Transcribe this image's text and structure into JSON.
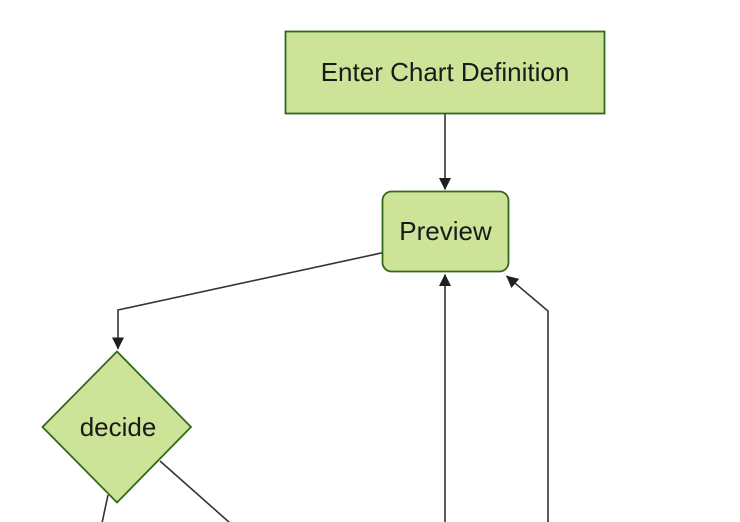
{
  "diagram": {
    "type": "flowchart-top-down",
    "background_color": "#ffffff",
    "colors": {
      "node_fill": "#cde498",
      "node_border": "#33691e",
      "edge_stroke": "#333333",
      "arrowhead_fill": "#1f1f1f",
      "label_color": "#1a1a1a"
    },
    "nodes": [
      {
        "id": "enter-chart-definition",
        "shape": "rectangle",
        "label": "Enter Chart Definition"
      },
      {
        "id": "preview",
        "shape": "rounded-rectangle",
        "label": "Preview"
      },
      {
        "id": "decide",
        "shape": "diamond",
        "label": "decide"
      }
    ],
    "edges": [
      {
        "name": "enter-chart-definition-to-preview",
        "from": "enter-chart-definition",
        "to": "preview",
        "arrowhead": "into-preview-top"
      },
      {
        "name": "preview-to-decide",
        "from": "preview",
        "to": "decide",
        "arrowhead": "into-decide-top"
      },
      {
        "name": "return-from-offscreen-bottom-to-preview",
        "from": "offscreen-bottom",
        "to": "preview",
        "arrowhead": "into-preview-bottom"
      },
      {
        "name": "return-from-offscreen-bottom-right-to-preview",
        "from": "offscreen-bottom-right",
        "to": "preview",
        "arrowhead": "into-preview-bottom-right-corner"
      },
      {
        "name": "decide-branch-left-offscreen",
        "from": "decide",
        "to": "offscreen-bottom-left",
        "arrowhead": "none-visible"
      },
      {
        "name": "decide-branch-right-offscreen",
        "from": "decide",
        "to": "offscreen-bottom-right",
        "arrowhead": "none-visible"
      }
    ]
  }
}
